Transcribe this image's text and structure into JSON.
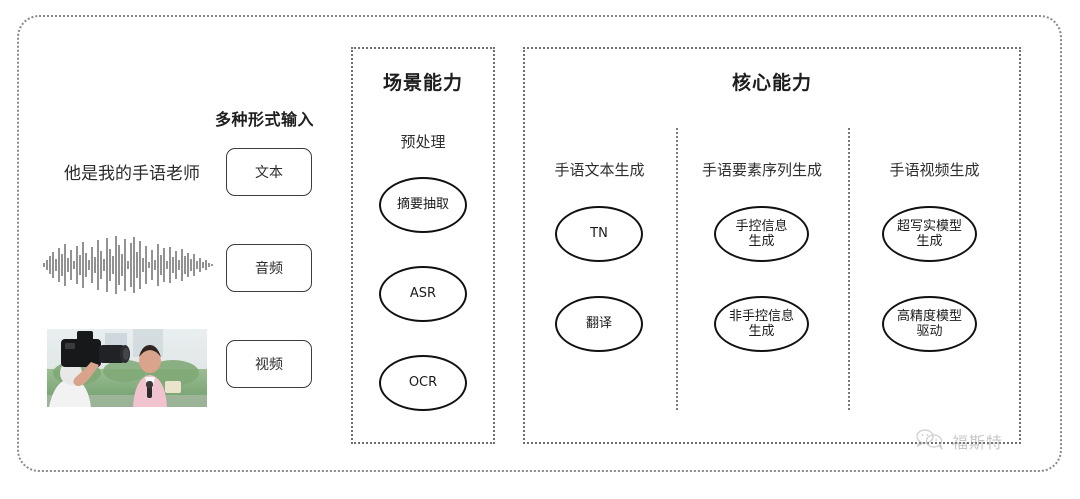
{
  "diagram": {
    "title_hidden": "",
    "input_section": {
      "heading": "多种形式输入",
      "sample_text": "他是我的手语老师",
      "modes": [
        {
          "label": "文本",
          "icon": "text-sample-icon"
        },
        {
          "label": "音频",
          "icon": "audio-waveform-icon"
        },
        {
          "label": "视频",
          "icon": "video-thumbnail-icon"
        }
      ]
    },
    "scene_panel": {
      "title": "场景能力",
      "sub_label": "预处理",
      "nodes": [
        "摘要抽取",
        "ASR",
        "OCR"
      ]
    },
    "core_panel": {
      "title": "核心能力",
      "columns": [
        {
          "label": "手语文本生成",
          "nodes": [
            "TN",
            "翻译"
          ]
        },
        {
          "label": "手语要素序列生成",
          "nodes": [
            "手控信息\n生成",
            "非手控信息\n生成"
          ]
        },
        {
          "label": "手语视频生成",
          "nodes": [
            "超写实模型\n生成",
            "高精度模型\n驱动"
          ]
        }
      ]
    },
    "watermark": {
      "text": "福斯特",
      "icon": "wechat-bubble-icon"
    },
    "colors": {
      "background": "#ffffff",
      "text": "#2b2b2b",
      "frame_dotted": "#8a8a8a",
      "panel_dotted": "#6e6e6e",
      "node_stroke": "#111111",
      "box_stroke": "#3c3c3c",
      "watermark_text": "#9a9a9a"
    }
  }
}
